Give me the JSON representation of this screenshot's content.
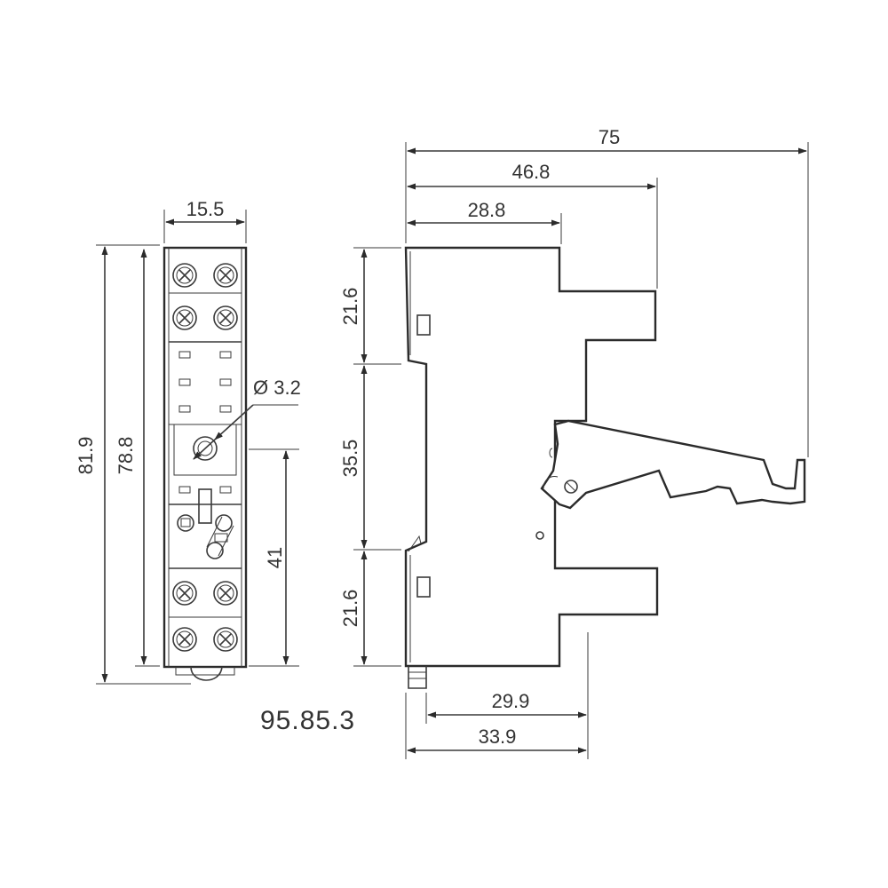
{
  "model_code": "95.85.3",
  "front_view": {
    "width_label": "15.5",
    "height_overall_label": "81.9",
    "height_body_label": "78.8",
    "hole_label": "Ø 3.2",
    "hole_to_bottom_label": "41"
  },
  "side_view": {
    "depth_total_label": "75",
    "depth_mid_label": "46.8",
    "depth_top_label": "28.8",
    "height_top_label": "21.6",
    "height_mid_label": "35.5",
    "height_bottom_label": "21.6",
    "depth_bottom_inner_label": "29.9",
    "depth_bottom_outer_label": "33.9"
  }
}
